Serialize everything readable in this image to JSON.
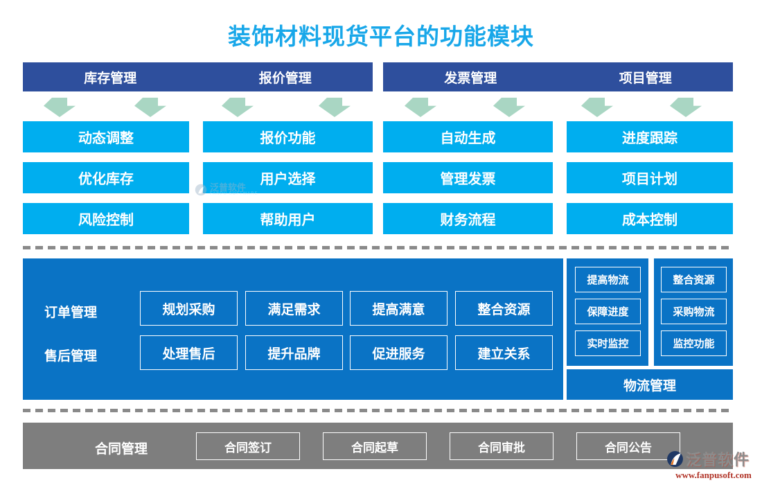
{
  "title": "装饰材料现货平台的功能模块",
  "top_groups": [
    {
      "header": "库存管理",
      "items": [
        "动态调整",
        "优化库存",
        "风险控制"
      ]
    },
    {
      "header": "报价管理",
      "items": [
        "报价功能",
        "用户选择",
        "帮助用户"
      ]
    },
    {
      "header": "发票管理",
      "items": [
        "自动生成",
        "管理发票",
        "财务流程"
      ]
    },
    {
      "header": "项目管理",
      "items": [
        "进度跟踪",
        "项目计划",
        "成本控制"
      ]
    }
  ],
  "middle_panel": {
    "rows": [
      {
        "label": "订单管理",
        "items": [
          "规划采购",
          "满足需求",
          "提高满意",
          "整合资源"
        ]
      },
      {
        "label": "售后管理",
        "items": [
          "处理售后",
          "提升品牌",
          "促进服务",
          "建立关系"
        ]
      }
    ]
  },
  "logistics_panel": {
    "columns": [
      {
        "items": [
          "提高物流",
          "保障进度",
          "实时监控"
        ]
      },
      {
        "items": [
          "整合资源",
          "采购物流",
          "监控功能"
        ]
      }
    ],
    "footer": "物流管理"
  },
  "contract_bar": {
    "label": "合同管理",
    "items": [
      "合同签订",
      "合同起草",
      "合同审批",
      "合同公告"
    ]
  },
  "watermark": {
    "name": "泛普软件",
    "subtitle": "FANPU SOFTWARE"
  },
  "brand": {
    "name": "泛普软件",
    "url": "www.fanpusoft.com"
  },
  "colors": {
    "title": "#18a7e9",
    "header_bar": "#2e4f9d",
    "module_box": "#00aeef",
    "arrow": "#a9d6c3",
    "panel": "#0a73c5",
    "contract_bar": "#7e7e7e",
    "brand_url": "#b03226"
  }
}
